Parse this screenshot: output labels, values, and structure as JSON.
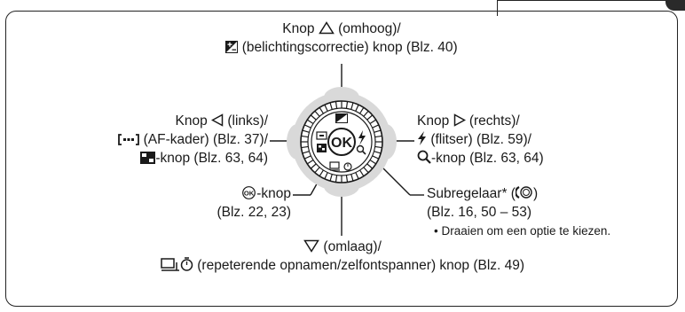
{
  "top_label": {
    "line1_prefix": "Knop",
    "line1_suffix": "(omhoog)/",
    "line2": "(belichtingscorrectie) knop (Blz. 40)",
    "up_icon": "triangle-up-icon",
    "exposure_icon": "exposure-compensation-icon"
  },
  "left_label": {
    "line1_prefix": "Knop",
    "line1_suffix": "(links)/",
    "line2": "(AF-kader) (Blz. 37)/",
    "line3": "-knop (Blz. 63, 64)",
    "left_icon": "triangle-left-icon",
    "af_icon": "af-frame-icon",
    "index_icon": "index-display-icon"
  },
  "right_label": {
    "line1_prefix": "Knop",
    "line1_suffix": "(rechts)/",
    "line2": "(flitser) (Blz. 59)/",
    "line3": "-knop (Blz. 63, 64)",
    "right_icon": "triangle-right-icon",
    "flash_icon": "flash-icon",
    "zoom_icon": "magnifier-icon"
  },
  "ok_label": {
    "line1": "-knop",
    "line2": "(Blz. 22, 23)",
    "ok_icon": "ok-button-icon"
  },
  "sub_dial_label": {
    "line1_prefix": "Subregelaar* (",
    "line1_suffix": ")",
    "line2": "(Blz. 16, 50 – 53)",
    "note": "• Draaien om een optie te kiezen.",
    "dial_icon": "sub-dial-icon"
  },
  "bottom_label": {
    "line1": "(omlaag)/",
    "line2": "(repeterende opnamen/zelfontspanner) knop (Blz. 49)",
    "down_icon": "triangle-down-icon",
    "drive_icon": "sequential-shooting-icon",
    "timer_icon": "self-timer-icon"
  },
  "dial": {
    "center_text": "OK"
  },
  "colors": {
    "line": "#1a1a1a",
    "dial_outer": "#d6d6d6",
    "dial_ring": "#ffffff"
  }
}
